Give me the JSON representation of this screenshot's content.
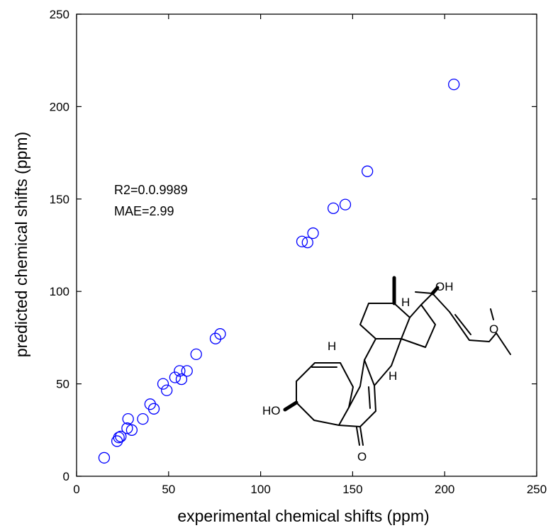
{
  "chart_data": {
    "type": "scatter",
    "xlabel": "experimental chemical shifts (ppm)",
    "ylabel": "predicted chemical shifts (ppm)",
    "xlim": [
      0,
      250
    ],
    "ylim": [
      0,
      250
    ],
    "xticks": [
      "0",
      "50",
      "100",
      "150",
      "200",
      "250"
    ],
    "yticks": [
      "0",
      "50",
      "100",
      "150",
      "200",
      "250"
    ],
    "grid": false,
    "marker": "open-circle",
    "color": "#0000ff",
    "x": [
      15,
      22,
      23,
      24,
      27.5,
      28,
      30,
      36,
      40,
      42,
      47,
      49,
      53.5,
      56,
      57,
      60,
      65,
      75.5,
      78,
      122.5,
      125.5,
      128.5,
      139.5,
      146,
      158,
      205
    ],
    "y": [
      10,
      19,
      21,
      21.5,
      26,
      31,
      25,
      31,
      39,
      36.5,
      50,
      46.5,
      53.5,
      57,
      52.5,
      57,
      66,
      74.5,
      77,
      127,
      126.5,
      131.5,
      145,
      147,
      165,
      212
    ],
    "annotations": [
      "R2=0.0.9989",
      "MAE=2.99"
    ]
  },
  "molecule": {
    "atom_labels": {
      "oh_top": "OH",
      "h_top": "H",
      "o_methoxy": "O",
      "h_left": "H",
      "h_bottom": "H",
      "ho": "HO",
      "o_ketone": "O"
    }
  }
}
